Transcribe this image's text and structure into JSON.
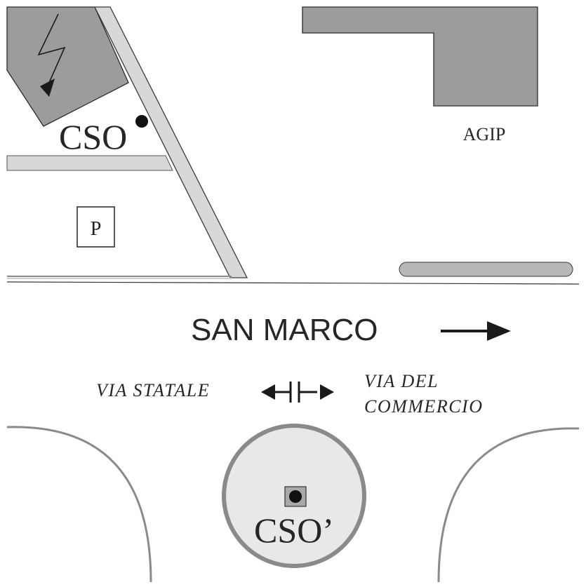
{
  "map": {
    "labels": {
      "cso_top": "CSO",
      "agip": "AGIP",
      "parking": "P",
      "san_marco": "SAN MARCO",
      "via_statale": "VIA  STATALE",
      "via_del_commercio_line1": "VIA  DEL",
      "via_del_commercio_line2": "COMMERCIO",
      "cso_bottom": "CSO’"
    },
    "icons": {
      "electric_hazard": "lightning-bolt-icon",
      "direction": "arrow-right-icon",
      "divider": "road-divider-icon",
      "location_marker": "location-dot-icon"
    },
    "colors": {
      "building": "#9c9c9c",
      "road_band": "#d8d8d8",
      "roundabout_fill": "#e8e8e8",
      "curb": "#8a8a8a",
      "text": "#262626"
    }
  }
}
